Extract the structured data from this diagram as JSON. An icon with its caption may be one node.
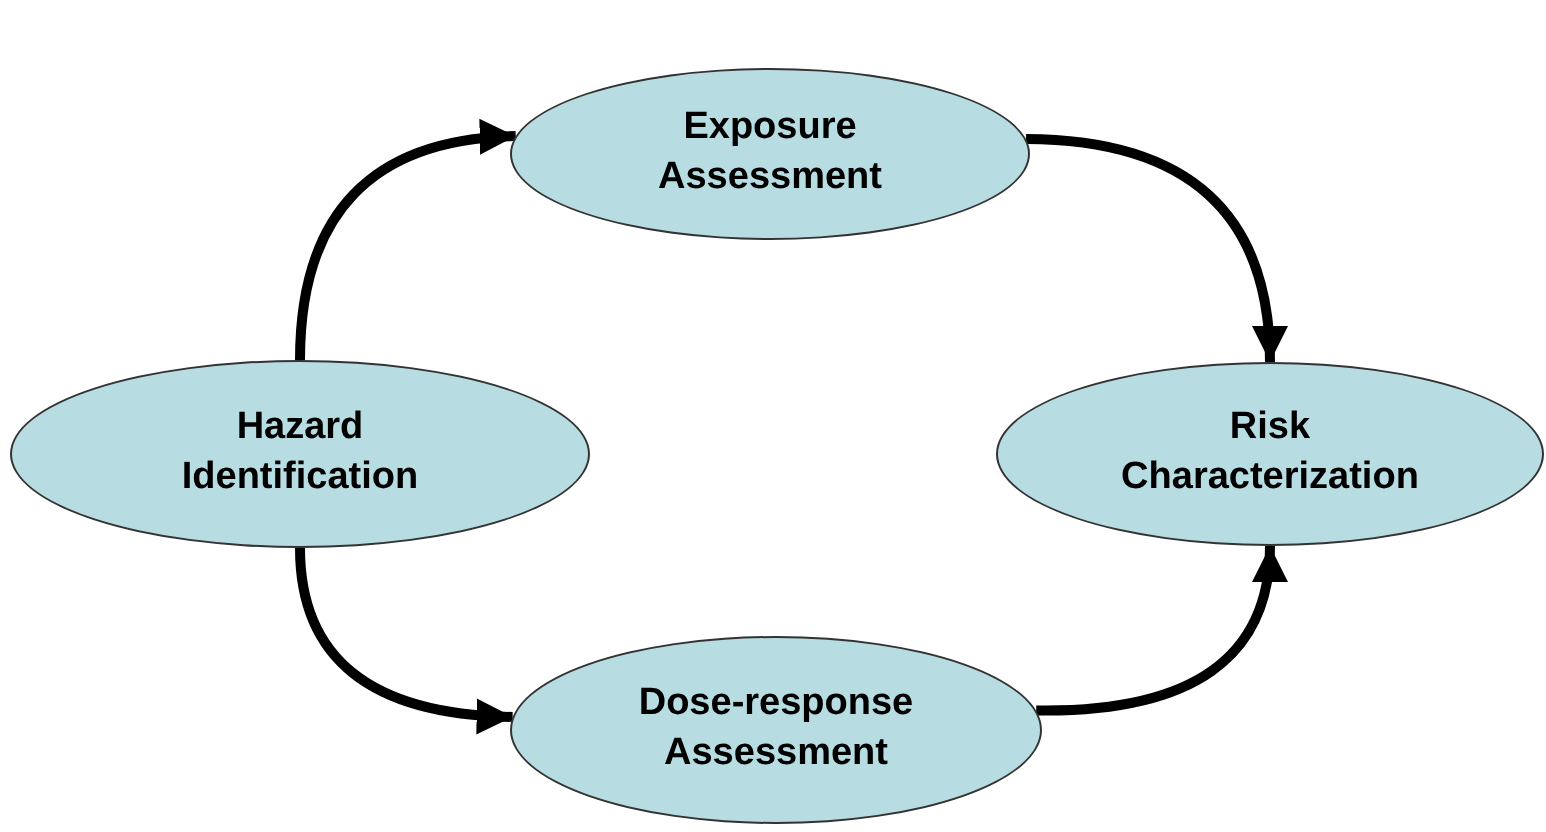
{
  "diagram": {
    "nodes": [
      {
        "text": [
          "Exposure Assessment"
        ]
      },
      {
        "text": [
          "Hazard Identification"
        ]
      },
      {
        "text": [
          "Risk Characterization"
        ]
      },
      {
        "text": [
          "Dose-response Assessment"
        ]
      }
    ],
    "edges": [
      {
        "from": 1,
        "to": 0,
        "arrow": "to"
      },
      {
        "from": 0,
        "to": 2,
        "arrow": "to"
      },
      {
        "from": 1,
        "to": 3,
        "arrow": "to"
      },
      {
        "from": 3,
        "to": 2,
        "arrow": "to"
      }
    ]
  }
}
